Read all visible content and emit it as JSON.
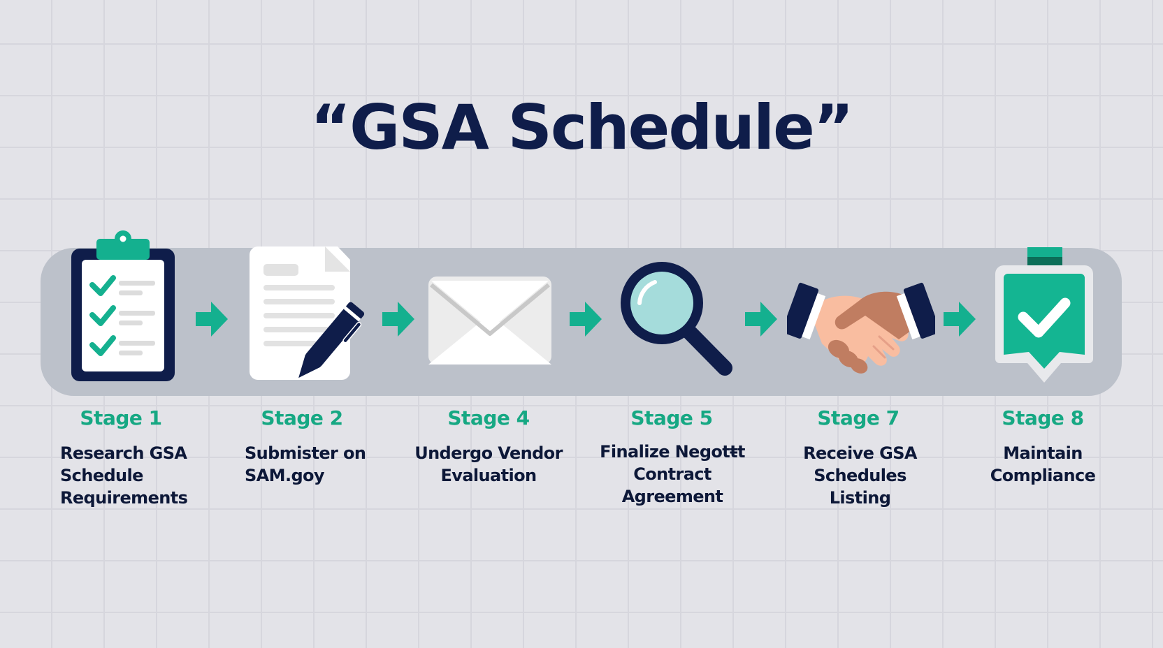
{
  "title": "“GSA Schedule”",
  "colors": {
    "navy": "#0f1d4a",
    "teal": "#14b08f",
    "stage_label": "#16a883",
    "band": "#bcc1ca",
    "background": "#e3e3e8"
  },
  "stages": [
    {
      "label": "Stage 1",
      "description": "Research GSA Schedule Requirements",
      "icon": "clipboard-checklist-icon"
    },
    {
      "label": "Stage 2",
      "description": "Submister on SAM.goy",
      "icon": "document-pen-icon"
    },
    {
      "label": "Stage 4",
      "description": "Undergo Vendor Evaluation",
      "icon": "envelope-icon"
    },
    {
      "label": "Stage 5",
      "description": "Finalize Negotŧt Contract Agreement",
      "icon": "magnifier-icon"
    },
    {
      "label": "Stage 7",
      "description": "Receive GSA Schedules Listing",
      "icon": "handshake-icon"
    },
    {
      "label": "Stage 8",
      "description": "Maintain Compliance",
      "icon": "checkmark-badge-icon"
    }
  ],
  "connectors": [
    "arrow-right-icon",
    "arrow-right-icon",
    "arrow-right-icon",
    "arrow-right-icon",
    "arrow-right-icon"
  ]
}
